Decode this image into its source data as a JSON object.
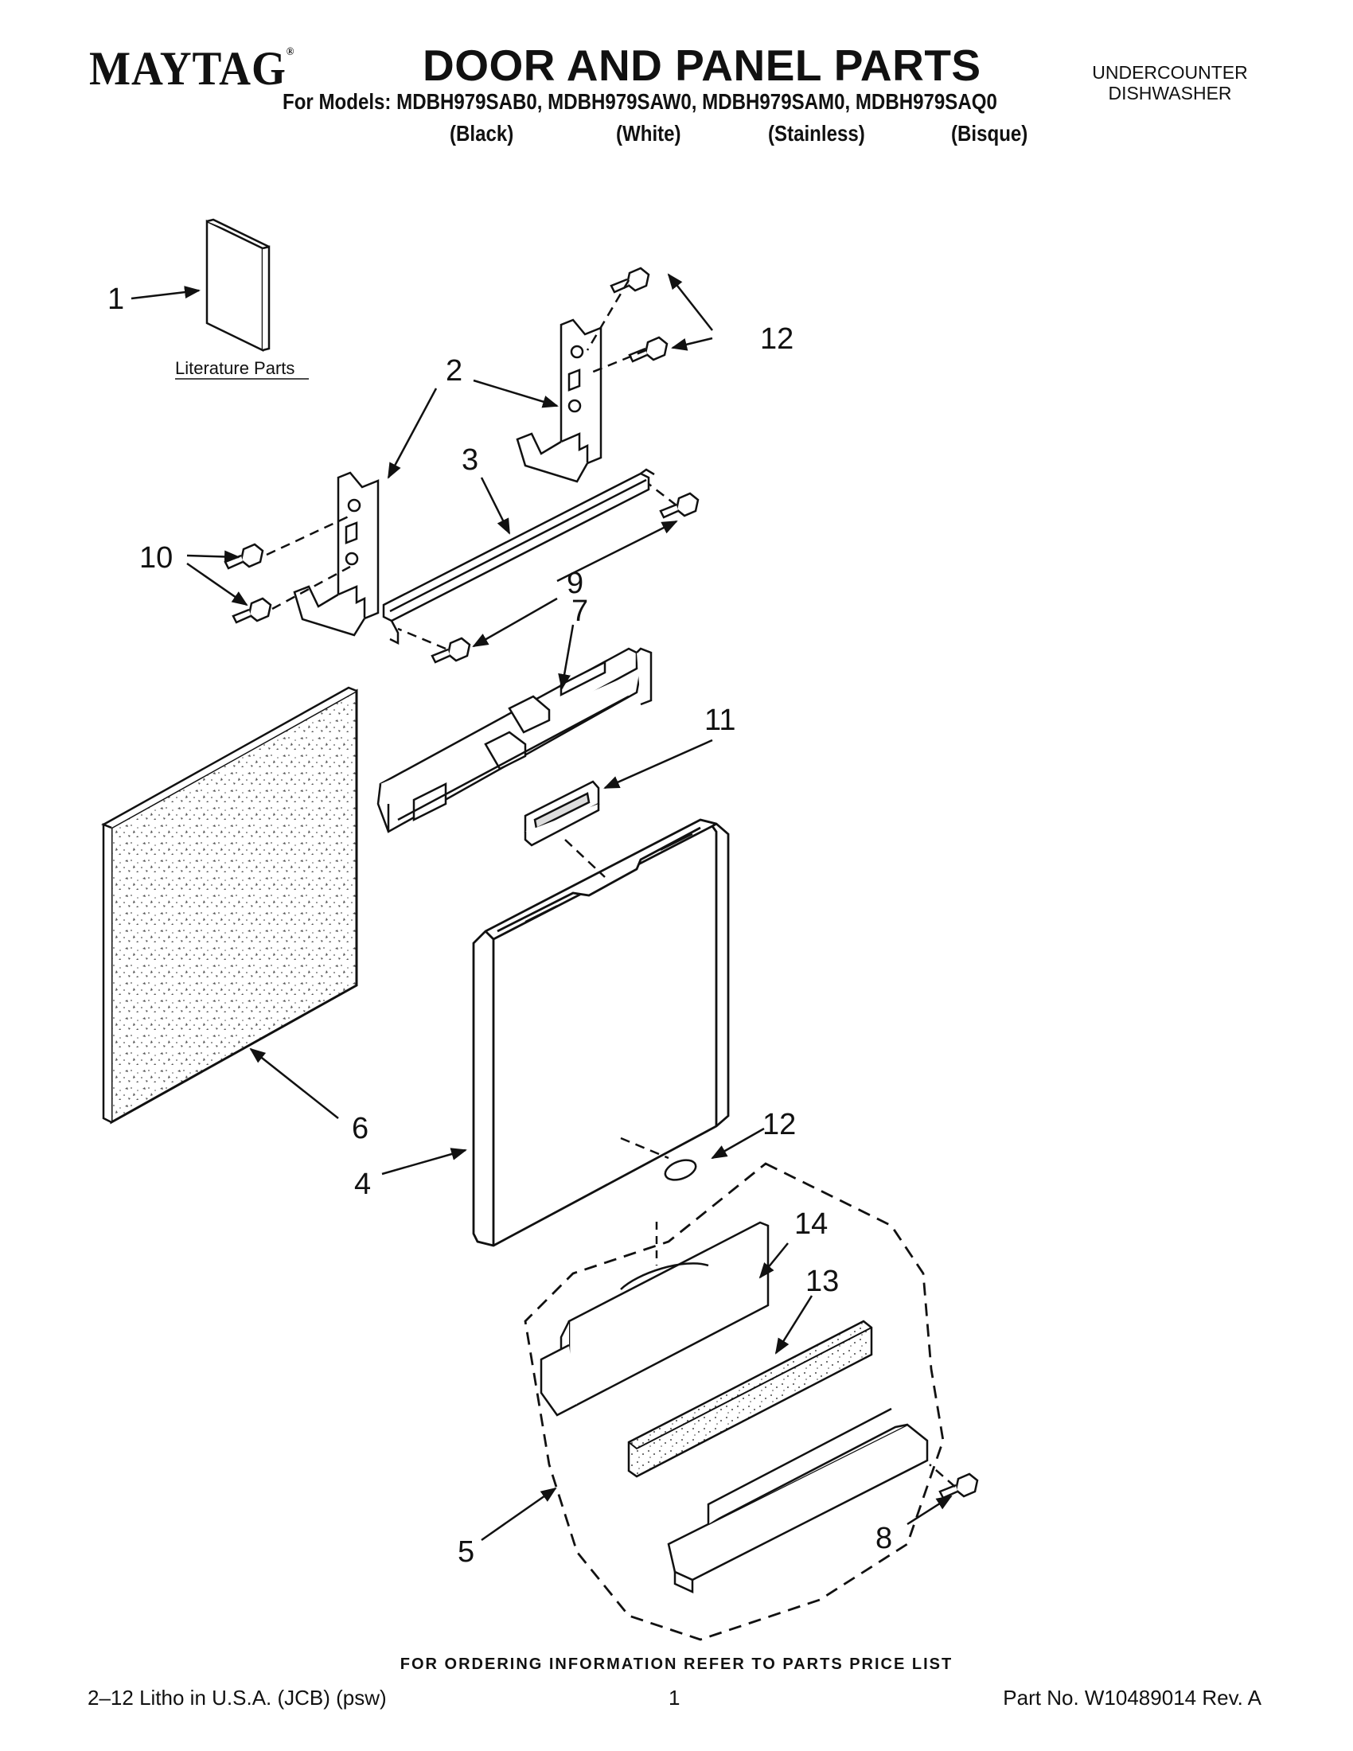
{
  "header": {
    "brand": "MAYTAG",
    "brand_mark": "®",
    "title": "DOOR AND PANEL PARTS",
    "product_line1": "UNDERCOUNTER",
    "product_line2": "DISHWASHER",
    "models_line": "For Models: MDBH979SAB0, MDBH979SAW0, MDBH979SAM0, MDBH979SAQ0",
    "variants": [
      "(Black)",
      "(White)",
      "(Stainless)",
      "(Bisque)"
    ]
  },
  "diagram": {
    "literature_label": "Literature Parts",
    "callouts": [
      "1",
      "2",
      "3",
      "4",
      "5",
      "6",
      "7",
      "8",
      "9",
      "10",
      "11",
      "12",
      "12",
      "13",
      "14"
    ]
  },
  "footer": {
    "note": "FOR ORDERING INFORMATION REFER TO PARTS PRICE LIST",
    "litho": "2–12 Litho in U.S.A. (JCB) (psw)",
    "page": "1",
    "part_no": "Part No. W10489014 Rev. A"
  }
}
